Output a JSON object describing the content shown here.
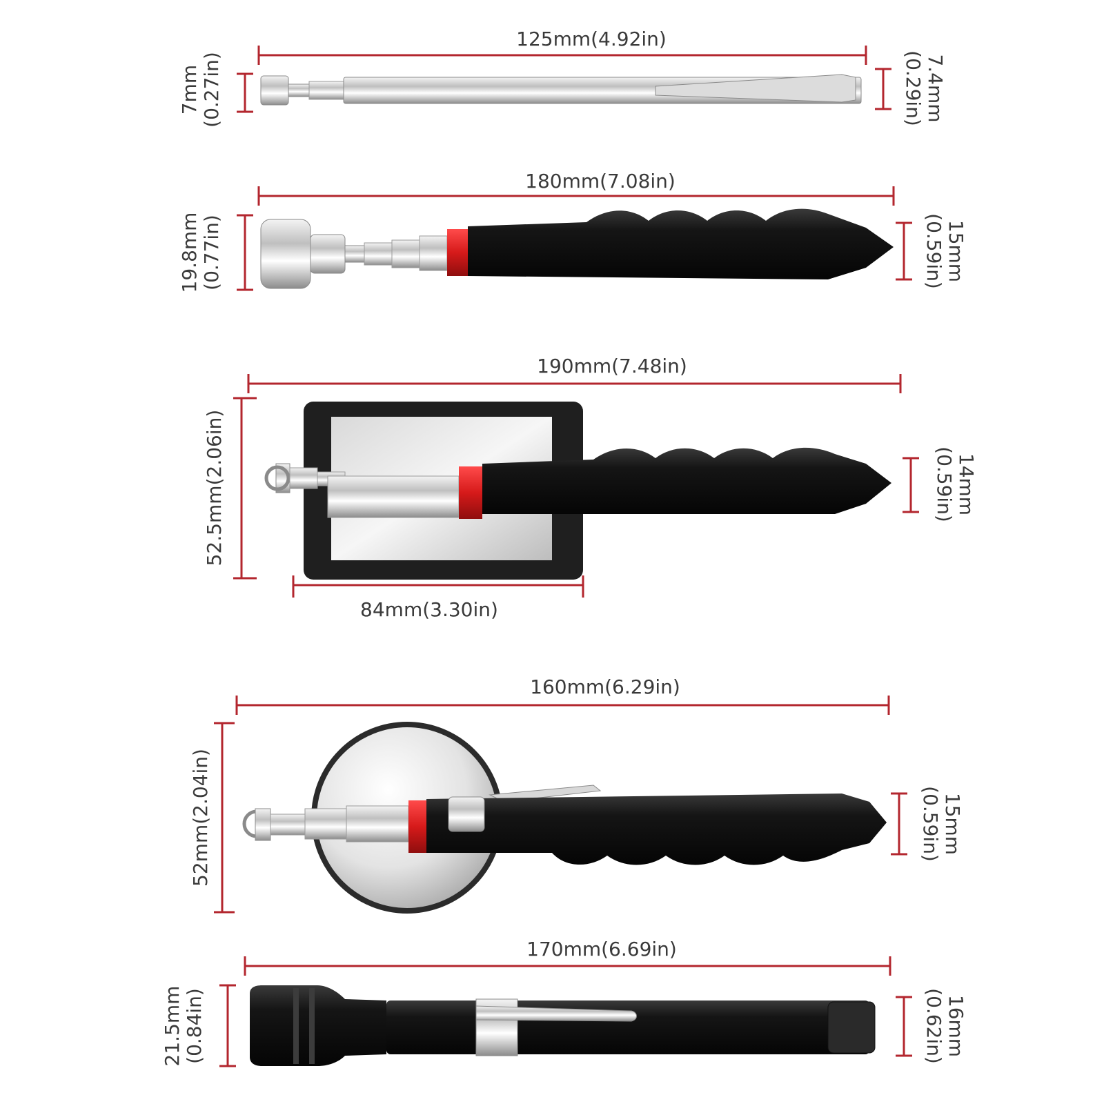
{
  "colors": {
    "dimension_line": "#b3262e",
    "text": "#3a3a3a",
    "handle": "#1a1a1a",
    "accent_ring": "#d62020",
    "chrome": "#c8c8c8"
  },
  "tools": [
    {
      "name": "magnetic-pen-pickup",
      "length_label": "125mm(4.92in)",
      "left_label_line1": "7mm",
      "left_label_line2": "(0.27in)",
      "right_label_line1": "7.4mm",
      "right_label_line2": "(0.29in)"
    },
    {
      "name": "telescoping-magnet-pickup",
      "length_label": "180mm(7.08in)",
      "left_label_line1": "19.8mm",
      "left_label_line2": "(0.77in)",
      "right_label_line1": "15mm",
      "right_label_line2": "(0.59in)"
    },
    {
      "name": "rectangular-inspection-mirror",
      "length_label": "190mm(7.48in)",
      "left_label_line1": "52.5mm(2.06in)",
      "right_label_line1": "14mm",
      "right_label_line2": "(0.59in)",
      "width_label": "84mm(3.30in)"
    },
    {
      "name": "round-inspection-mirror",
      "length_label": "160mm(6.29in)",
      "left_label_line1": "52mm(2.04in)",
      "right_label_line1": "15mm",
      "right_label_line2": "(0.59in)"
    },
    {
      "name": "flexible-flashlight",
      "length_label": "170mm(6.69in)",
      "left_label_line1": "21.5mm",
      "left_label_line2": "(0.84in)",
      "right_label_line1": "16mm",
      "right_label_line2": "(0.62in)"
    }
  ]
}
